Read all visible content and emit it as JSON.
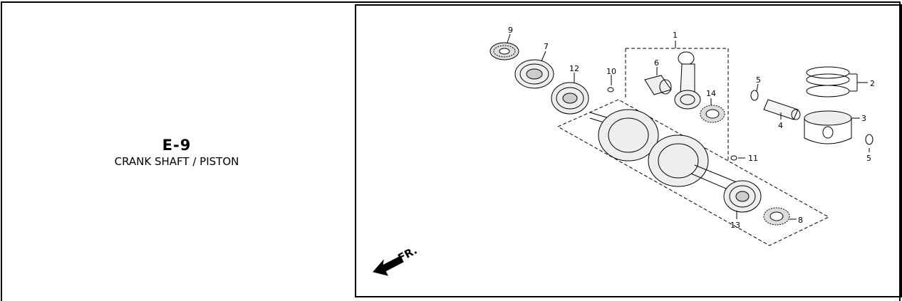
{
  "section": {
    "code": "E-9",
    "title": "CRANK SHAFT / PISTON"
  },
  "diagram": {
    "direction_label": "FR.",
    "part_labels": [
      "1",
      "2",
      "3",
      "4",
      "5",
      "5",
      "6",
      "7",
      "8",
      "9",
      "10",
      "11",
      "12",
      "13",
      "14"
    ]
  }
}
